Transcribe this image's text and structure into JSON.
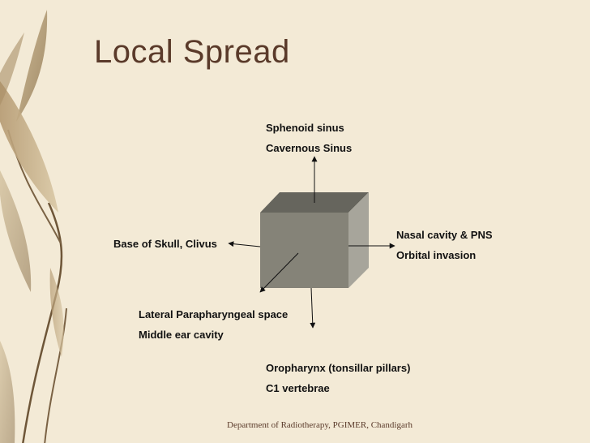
{
  "slide": {
    "title": "Local Spread",
    "footer": "Department of Radiotherapy, PGIMER, Chandigarh"
  },
  "labels": {
    "superior": {
      "line1": "Sphenoid sinus",
      "line2": "Cavernous Sinus"
    },
    "posterior": {
      "line1": "Base of Skull, Clivus"
    },
    "anterior": {
      "line1": "Nasal cavity & PNS",
      "line2": "Orbital invasion"
    },
    "lateral": {
      "line1": "Lateral Parapharyngeal space",
      "line2": "Middle ear cavity"
    },
    "inferior": {
      "line1": "Oropharynx (tonsillar pillars)",
      "line2": "C1 vertebrae"
    }
  },
  "colors": {
    "background": "#f3ead6",
    "title": "#5a3a2a",
    "cube_front": "#858378",
    "cube_top": "#66655d",
    "cube_side": "#a7a59b"
  }
}
